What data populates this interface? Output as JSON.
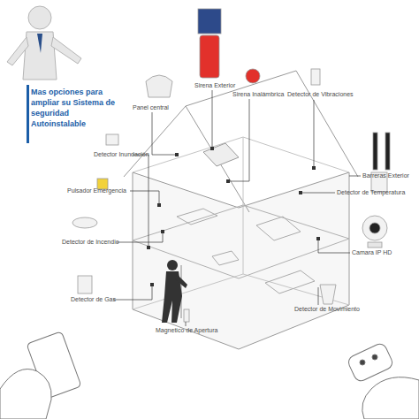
{
  "diagram": {
    "title": "Mas opciones para ampliar su Sistema de seguridad Autoinstalable",
    "labels": [
      "Panel central",
      "Sirena Exterior",
      "Sirena Inalámbrica",
      "Detector de Vibraciones",
      "Detector Inundación",
      "Barreras Exterior",
      "Pulsador Emergencia",
      "Detector de Temperatura",
      "Detector de Incendio",
      "Camara IP HD",
      "Detector de Gas",
      "Detector de Movimiento",
      "Magnetico de Apertura"
    ]
  }
}
